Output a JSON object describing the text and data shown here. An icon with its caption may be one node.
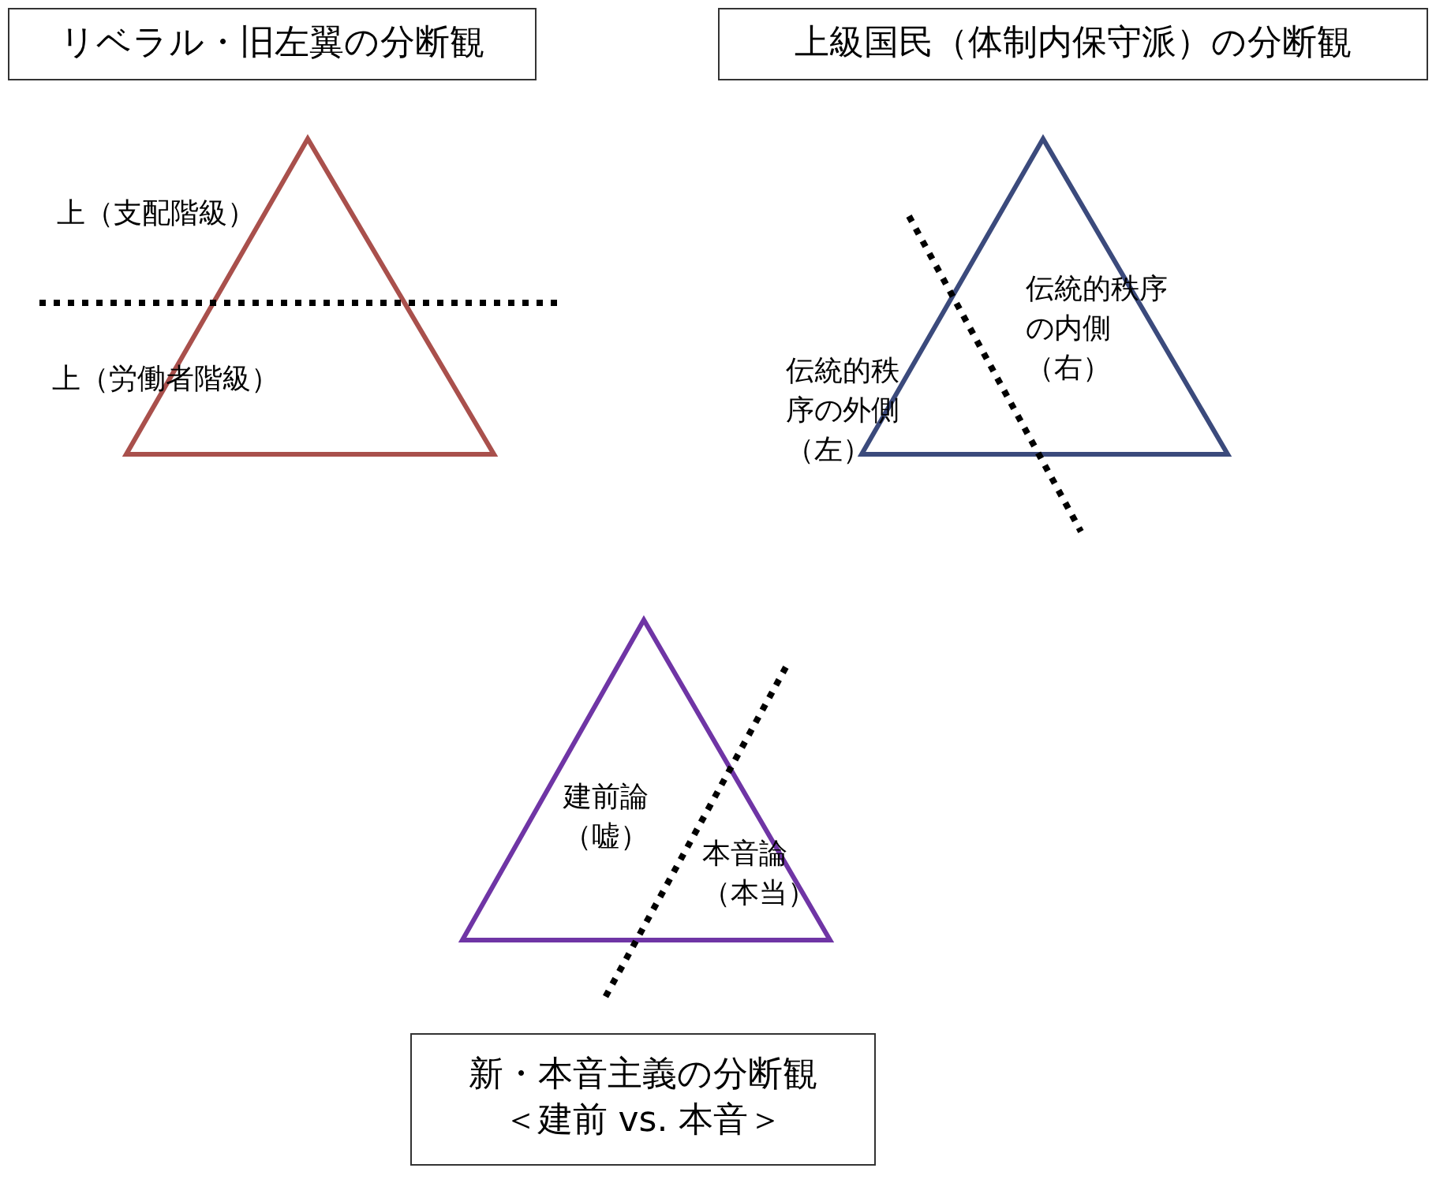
{
  "diagram": {
    "nodes": [
      {
        "text": [
          "リベラル・旧左翼の分断観"
        ]
      },
      {
        "text": [
          "上（支配階級）",
          "上（労働者階級）"
        ]
      },
      {
        "text": [
          "上級国民（体制内保守派）の分断観"
        ]
      },
      {
        "text": [
          "伝統的秩序の内側（右）",
          "伝統的秩序の外側（左）"
        ]
      },
      {
        "text": [
          "建前論（嘘）",
          "本音論（本当）"
        ]
      },
      {
        "text": [
          "新・本音主義の分断観",
          "＜建前 vs. 本音＞"
        ]
      }
    ]
  }
}
